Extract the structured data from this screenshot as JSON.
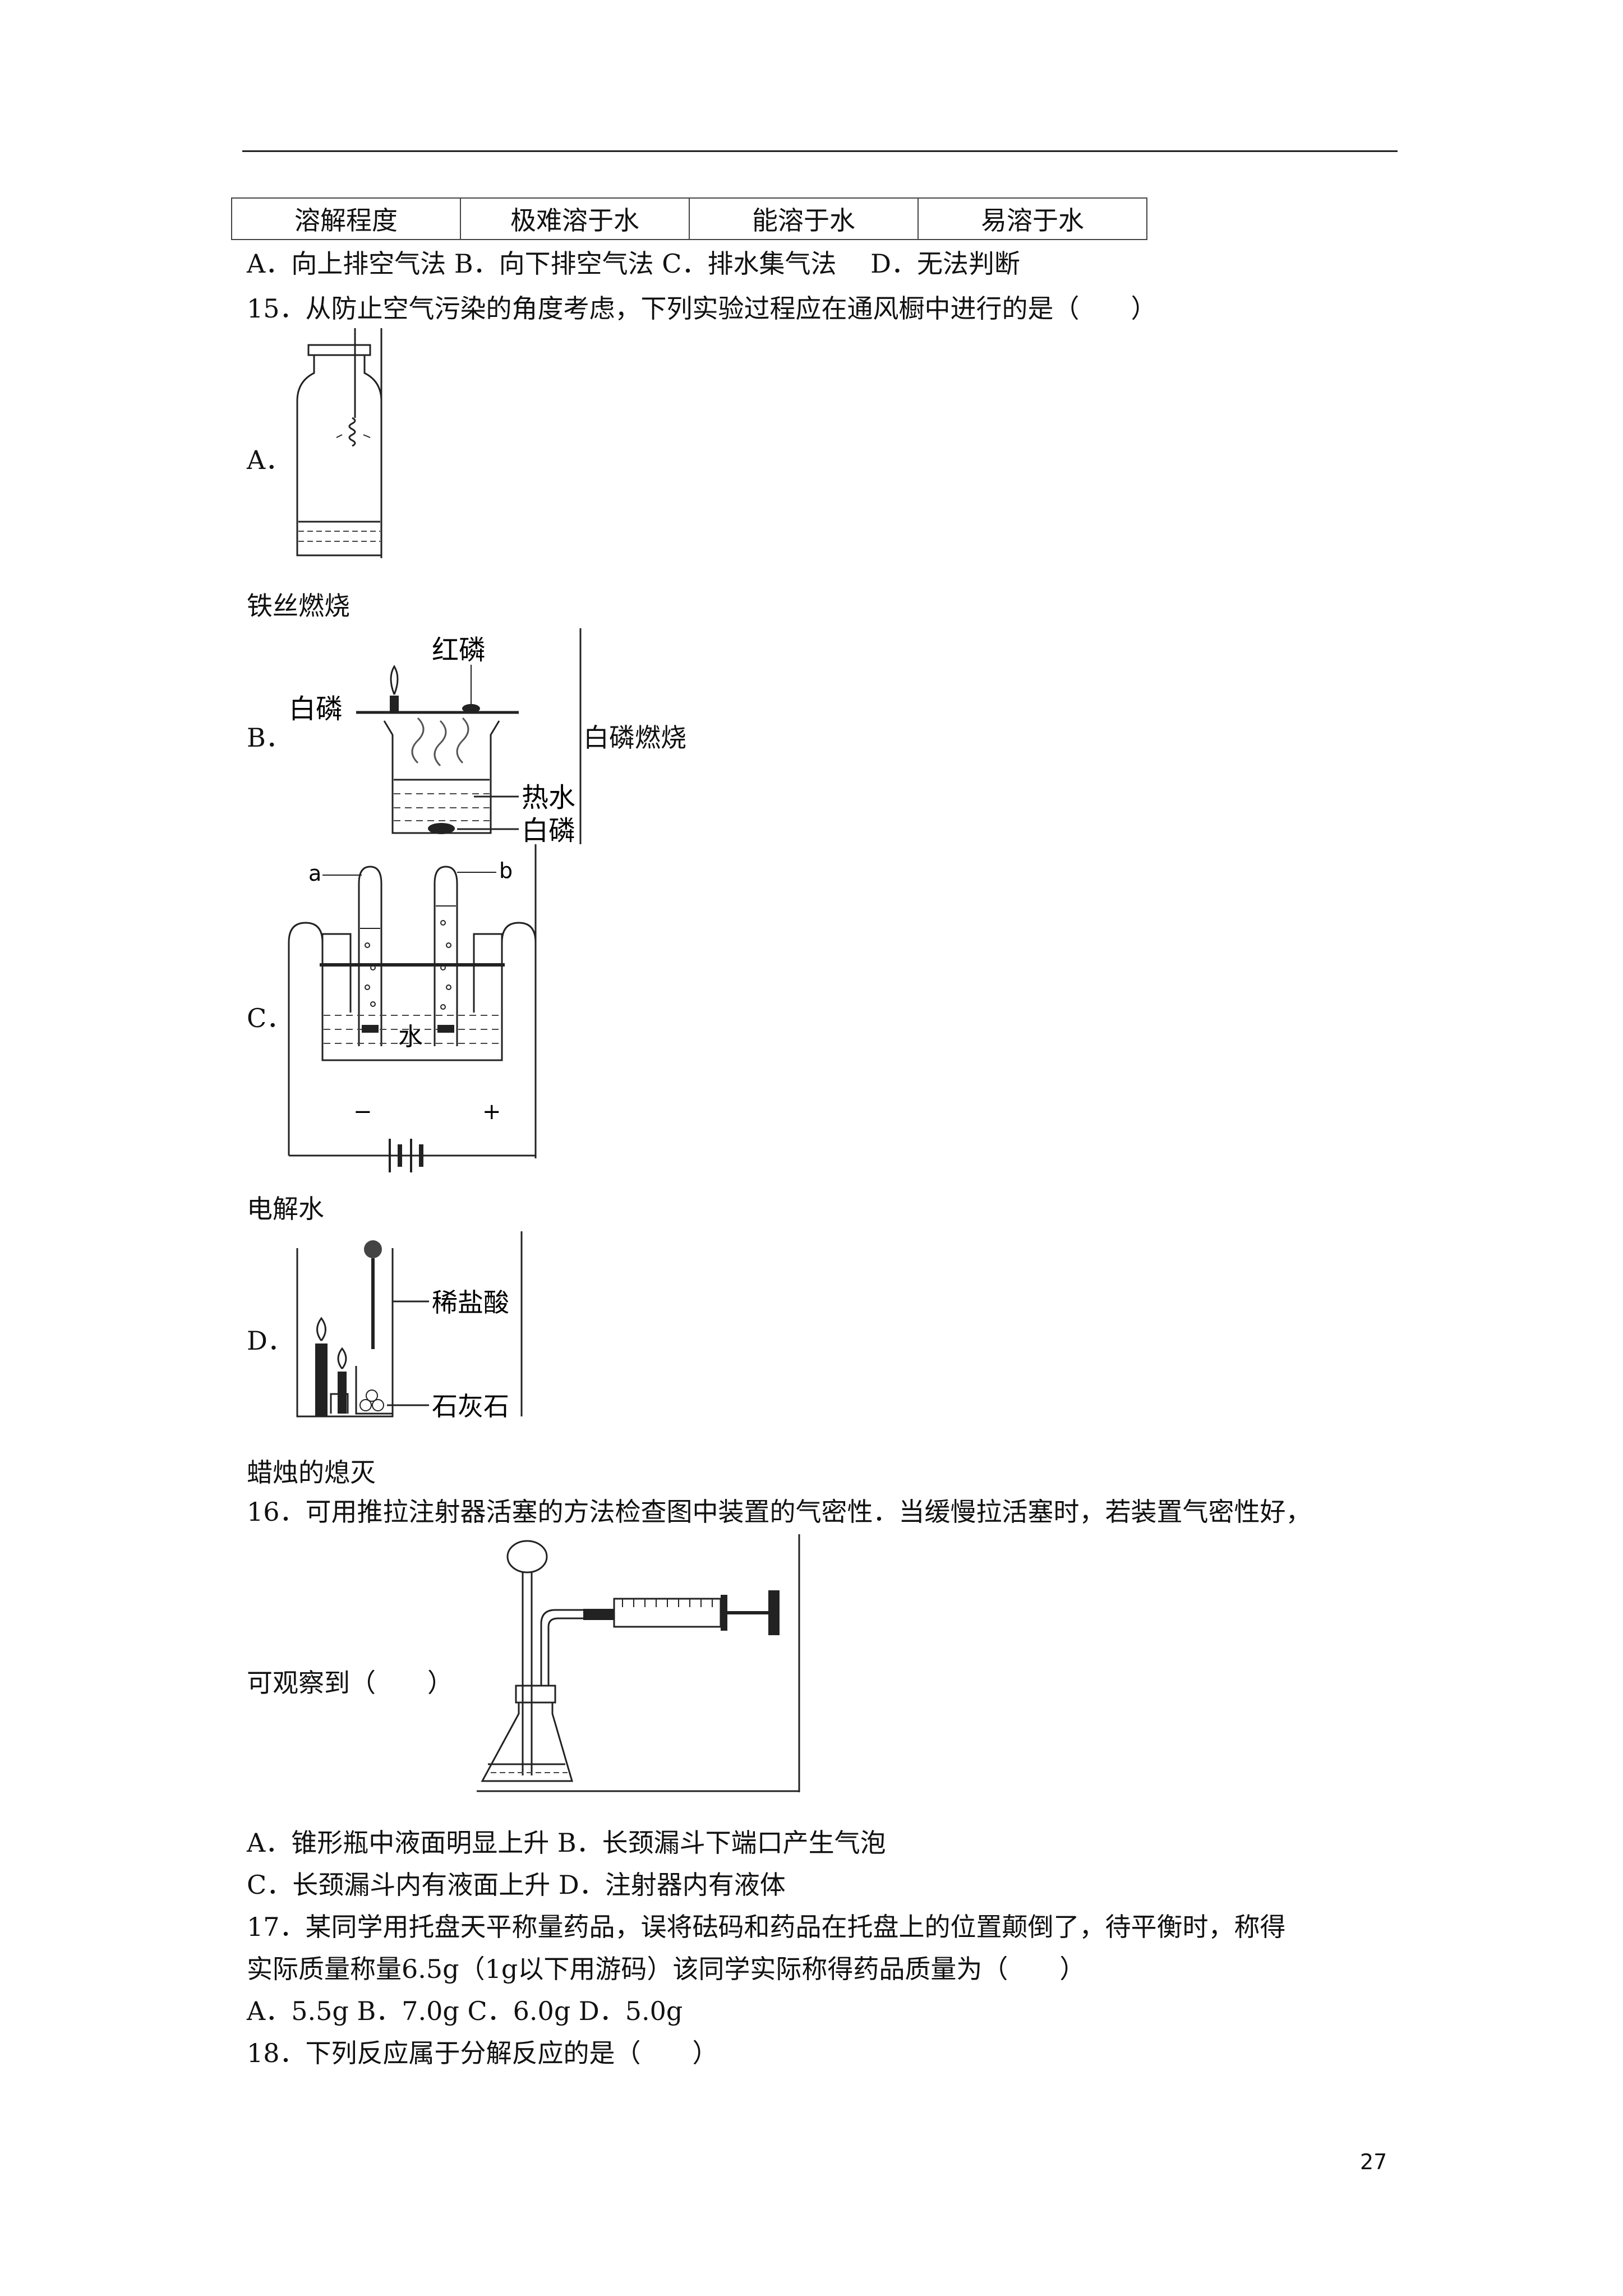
{
  "table": {
    "cells": [
      "溶解程度",
      "极难溶于水",
      "能溶于水",
      "易溶于水"
    ]
  },
  "q14": {
    "options": "A．向上排空气法 B．向下排空气法 C．排水集气法　 D．无法判断"
  },
  "q15": {
    "stem": "15．从防止空气污染的角度考虑，下列实验过程应在通风橱中进行的是（　　）",
    "a": {
      "label": "A．",
      "caption": "铁丝燃烧"
    },
    "b": {
      "label": "B．",
      "caption": "白磷燃烧",
      "fig_red_p": "红磷",
      "fig_white_p": "白磷",
      "fig_hot_water": "热水",
      "fig_white_p2": "白磷"
    },
    "c": {
      "label": "C．",
      "caption": "电解水",
      "fig_a": "a",
      "fig_b": "b",
      "fig_water": "水",
      "fig_minus": "−",
      "fig_plus": "+"
    },
    "d": {
      "label": "D．",
      "caption": "蜡烛的熄灭",
      "fig_acid": "稀盐酸",
      "fig_limestone": "石灰石"
    }
  },
  "q16": {
    "stem": "16．可用推拉注射器活塞的方法检查图中装置的气密性．当缓慢拉活塞时，若装置气密性好，",
    "observe": "可观察到（　　）",
    "opt_line1": "A．锥形瓶中液面明显上升 B．长颈漏斗下端口产生气泡",
    "opt_line2": "C．长颈漏斗内有液面上升 D．注射器内有液体"
  },
  "q17": {
    "line1": "17．某同学用托盘天平称量药品，误将砝码和药品在托盘上的位置颠倒了，待平衡时，称得",
    "line2": "实际质量称量6.5g（1g以下用游码）该同学实际称得药品质量为（　　）",
    "options": "A．5.5g B．7.0g C．6.0g D．5.0g"
  },
  "q18": {
    "stem": "18．下列反应属于分解反应的是（　　）"
  },
  "page_number": "27"
}
